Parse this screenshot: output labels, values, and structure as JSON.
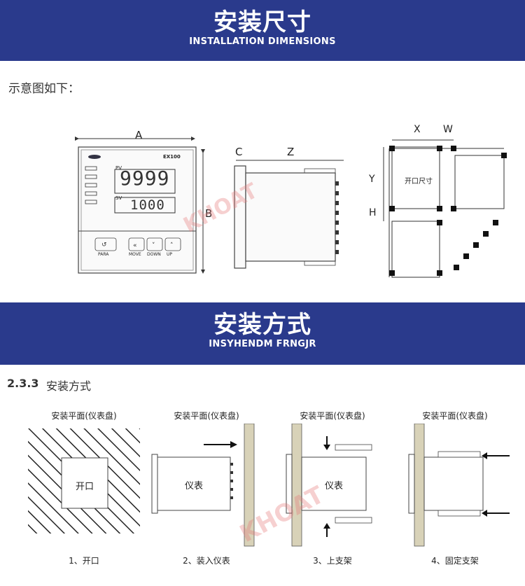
{
  "section1": {
    "title_cn": "安装尺寸",
    "title_en": "INSTALLATION DIMENSIONS"
  },
  "intro": "示意图如下：",
  "front_view": {
    "label_a": "A",
    "label_b": "B",
    "model": "EX100",
    "pv": "PV",
    "sv": "SV",
    "pv_value": "9999",
    "sv_value": "1000",
    "buttons": [
      "PARA",
      "MOVE",
      "DOWN",
      "UP"
    ]
  },
  "side_view": {
    "label_c": "C",
    "label_z": "Z"
  },
  "cutout_view": {
    "label_x": "X",
    "label_w": "W",
    "label_y": "Y",
    "label_h": "H",
    "cutout_text": "开口尺寸"
  },
  "watermark": "KHOAT",
  "section2": {
    "title_cn": "安装方式",
    "title_en": "INSYHENDM FRNGJR"
  },
  "subsection": {
    "number": "2.3.3",
    "title": "安装方式"
  },
  "steps": [
    {
      "panel_label": "安装平面(仪表盘)",
      "caption": "1、开口",
      "body_text": "开口"
    },
    {
      "panel_label": "安装平面(仪表盘)",
      "caption": "2、装入仪表",
      "body_text": "仪表"
    },
    {
      "panel_label": "安装平面(仪表盘)",
      "caption": "3、上支架",
      "body_text": "仪表"
    },
    {
      "panel_label": "安装平面(仪表盘)",
      "caption": "4、固定支架",
      "body_text": ""
    }
  ]
}
